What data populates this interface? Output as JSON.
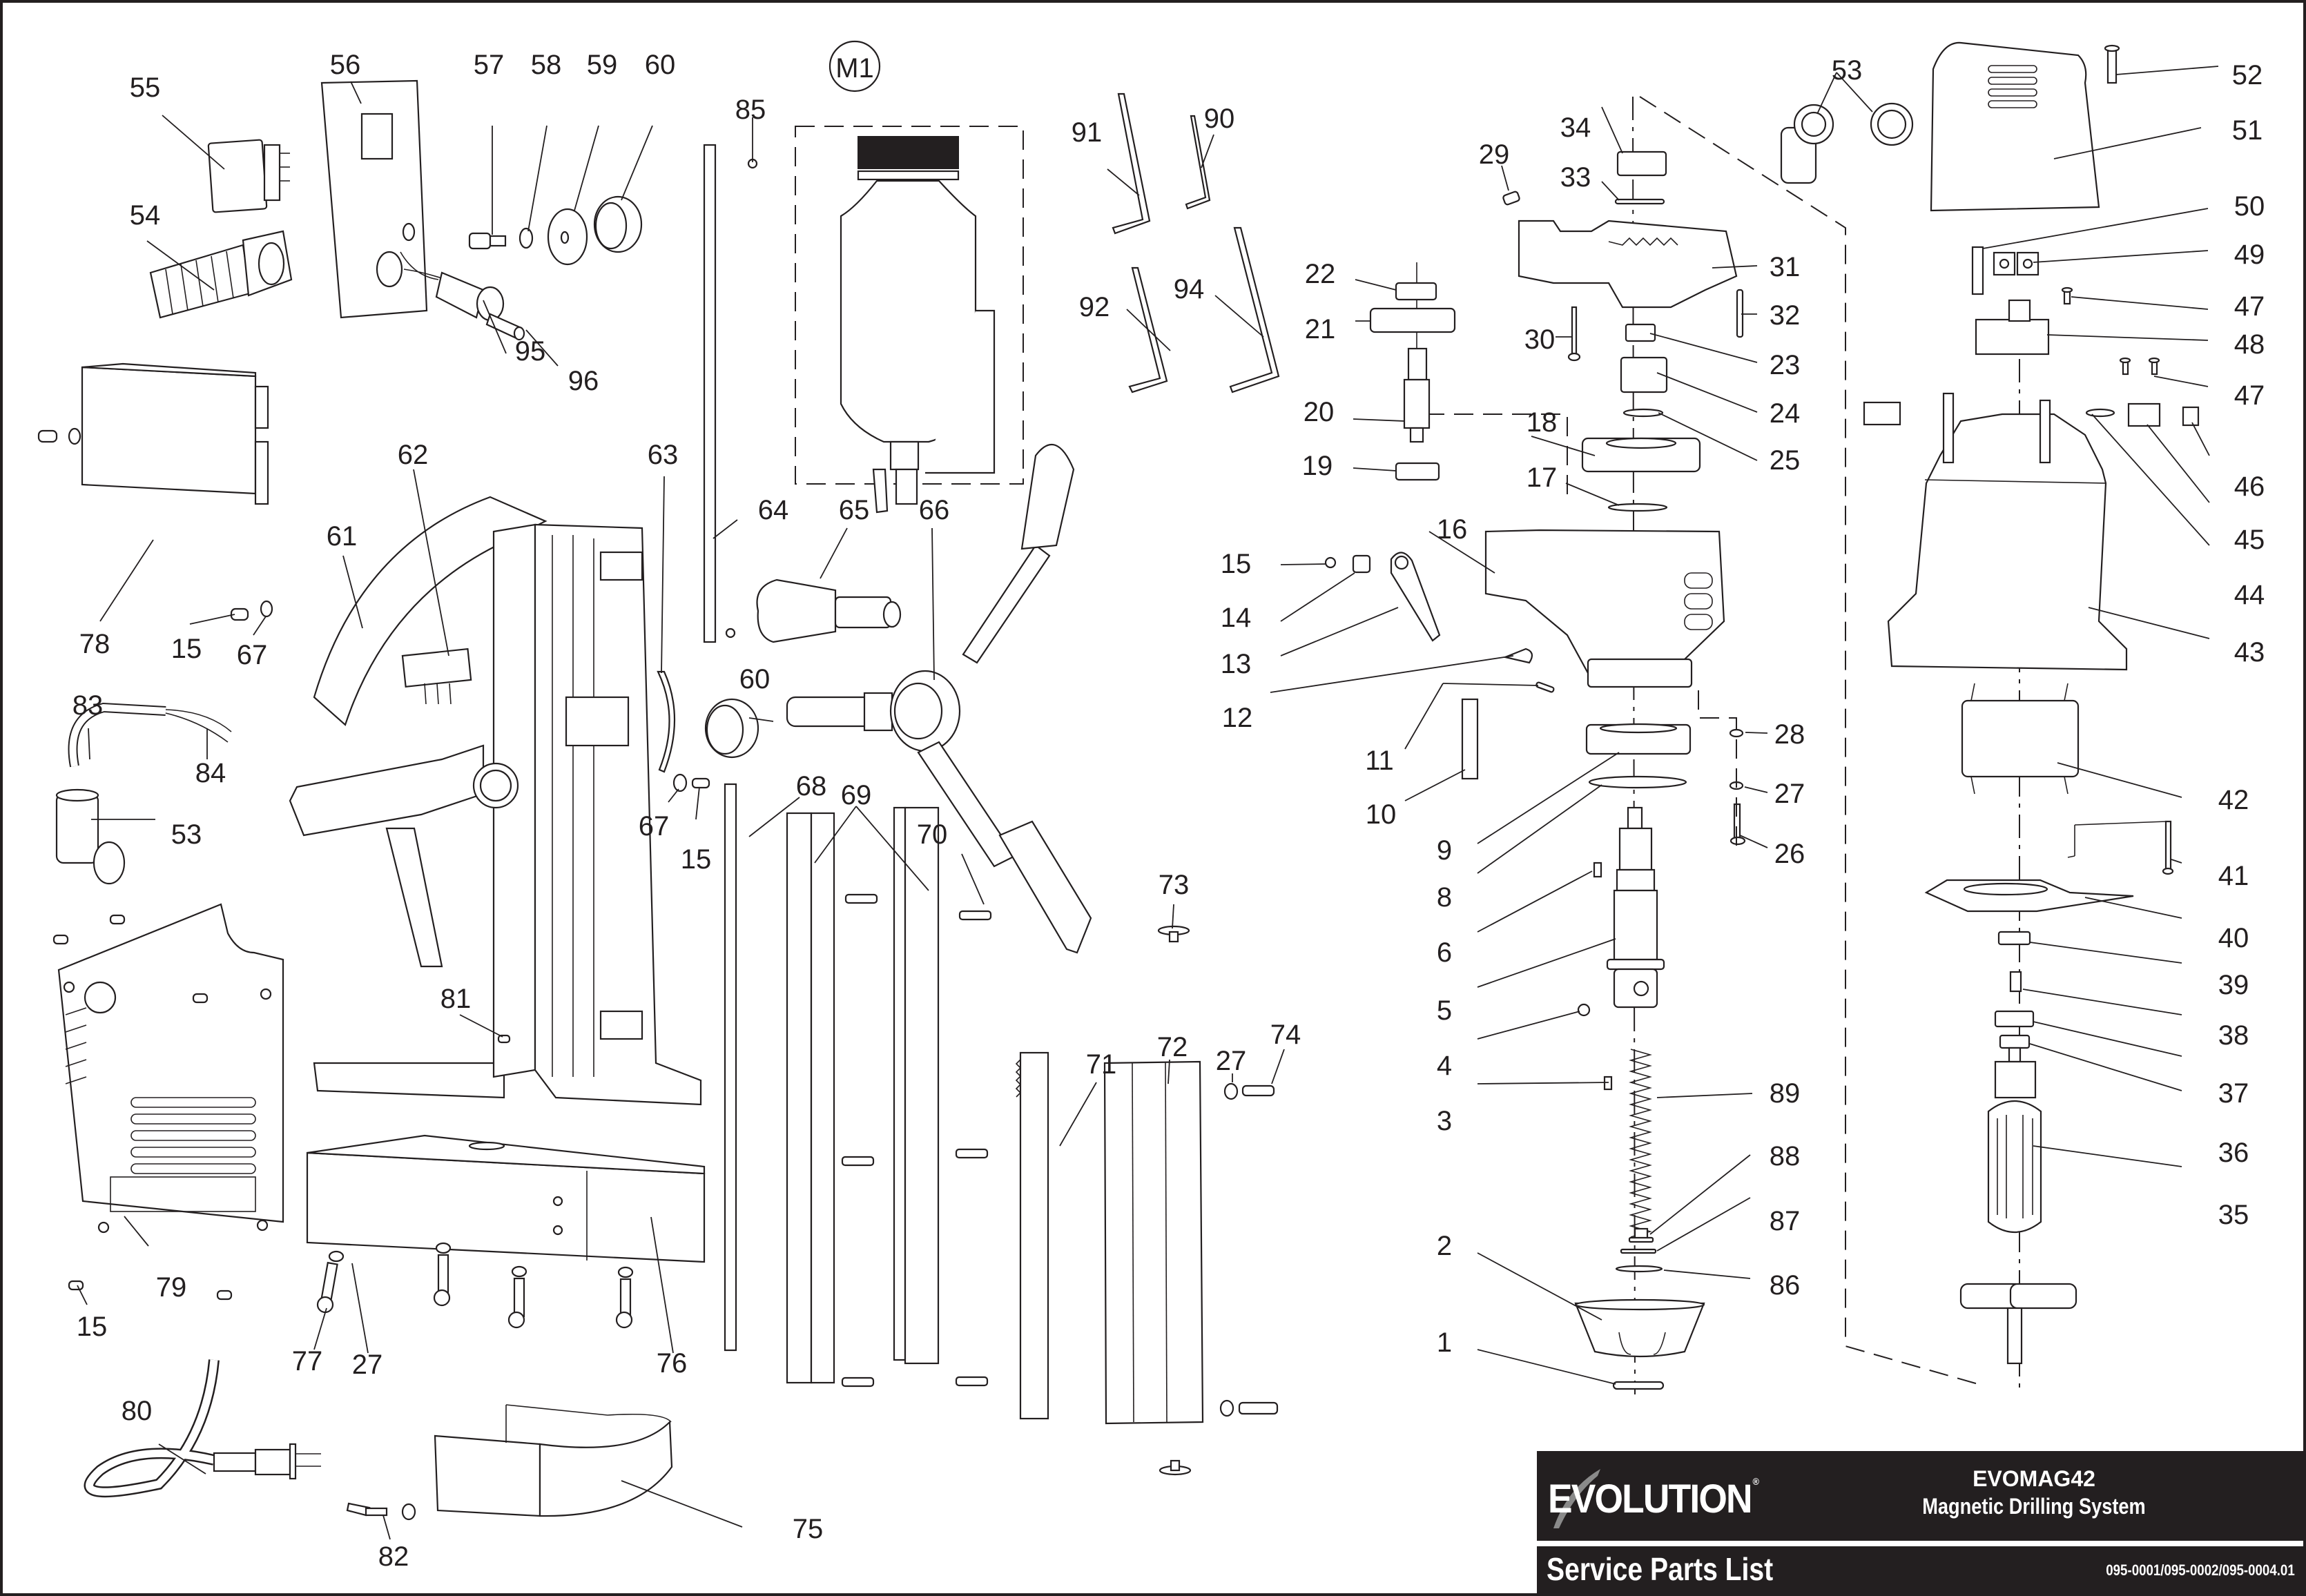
{
  "document": {
    "brand": "EVOLUTION",
    "brand_mark": "®",
    "model": "EVOMAG42",
    "product_name": "Magnetic Drilling System",
    "section_title": "Service Parts List",
    "document_number": "095-0001/095-0002/095-0004.01",
    "colors": {
      "ink": "#231f20",
      "paper": "#ffffff"
    }
  },
  "assembly_callout": {
    "label": "M1",
    "description": "coolant bottle assembly (dashed box)"
  },
  "callouts": [
    {
      "id": "c55",
      "label": "55",
      "part": "switch"
    },
    {
      "id": "c56",
      "label": "56",
      "part": "control-panel-plate"
    },
    {
      "id": "c57",
      "label": "57",
      "part": "socket-screw"
    },
    {
      "id": "c58",
      "label": "58",
      "part": "washer"
    },
    {
      "id": "c59",
      "label": "59",
      "part": "flat-washer"
    },
    {
      "id": "c60a",
      "label": "60",
      "part": "bushing"
    },
    {
      "id": "c54",
      "label": "54",
      "part": "cable-gland"
    },
    {
      "id": "c95",
      "label": "95",
      "part": "indicator-lamp"
    },
    {
      "id": "c96",
      "label": "96",
      "part": "lamp-pin"
    },
    {
      "id": "c78",
      "label": "78",
      "part": "electronics-box"
    },
    {
      "id": "c15a",
      "label": "15",
      "part": "screw"
    },
    {
      "id": "c67a",
      "label": "67",
      "part": "washer"
    },
    {
      "id": "c83",
      "label": "83",
      "part": "cable-sleeve"
    },
    {
      "id": "c84",
      "label": "84",
      "part": "cable"
    },
    {
      "id": "c53a",
      "label": "53",
      "part": "elbow-fitting"
    },
    {
      "id": "c62",
      "label": "62",
      "part": "rocker-switch"
    },
    {
      "id": "c61",
      "label": "61",
      "part": "frame-arm"
    },
    {
      "id": "c63",
      "label": "63",
      "part": "cable-clip"
    },
    {
      "id": "c81",
      "label": "81",
      "part": "pin"
    },
    {
      "id": "c79",
      "label": "79",
      "part": "side-cover"
    },
    {
      "id": "c15b",
      "label": "15",
      "part": "screw"
    },
    {
      "id": "c77",
      "label": "77",
      "part": "cap-screw"
    },
    {
      "id": "c27a",
      "label": "27",
      "part": "washer"
    },
    {
      "id": "c76",
      "label": "76",
      "part": "magnet-base"
    },
    {
      "id": "c80",
      "label": "80",
      "part": "power-cord"
    },
    {
      "id": "c82",
      "label": "82",
      "part": "wing-screw"
    },
    {
      "id": "c75",
      "label": "75",
      "part": "safety-strap"
    },
    {
      "id": "c85",
      "label": "85",
      "part": "nut"
    },
    {
      "id": "c64",
      "label": "64",
      "part": "strip"
    },
    {
      "id": "c65",
      "label": "65",
      "part": "handle"
    },
    {
      "id": "c66",
      "label": "66",
      "part": "handle-hub"
    },
    {
      "id": "c60b",
      "label": "60",
      "part": "bushing"
    },
    {
      "id": "c67b",
      "label": "67",
      "part": "washer"
    },
    {
      "id": "c15c",
      "label": "15",
      "part": "screw"
    },
    {
      "id": "c68",
      "label": "68",
      "part": "gib-strip"
    },
    {
      "id": "c69",
      "label": "69",
      "part": "slide-rail"
    },
    {
      "id": "c70",
      "label": "70",
      "part": "cap-screw"
    },
    {
      "id": "c71",
      "label": "71",
      "part": "rack"
    },
    {
      "id": "c72",
      "label": "72",
      "part": "slide"
    },
    {
      "id": "c73",
      "label": "73",
      "part": "stopper"
    },
    {
      "id": "c27b",
      "label": "27",
      "part": "washer"
    },
    {
      "id": "c74",
      "label": "74",
      "part": "cap-screw"
    },
    {
      "id": "c91",
      "label": "91",
      "part": "hex-key"
    },
    {
      "id": "c90",
      "label": "90",
      "part": "hex-key"
    },
    {
      "id": "c92",
      "label": "92",
      "part": "hex-key"
    },
    {
      "id": "c94",
      "label": "94",
      "part": "hex-key"
    },
    {
      "id": "c22",
      "label": "22",
      "part": "bearing"
    },
    {
      "id": "c21",
      "label": "21",
      "part": "gear"
    },
    {
      "id": "c20",
      "label": "20",
      "part": "shaft"
    },
    {
      "id": "c19",
      "label": "19",
      "part": "bearing"
    },
    {
      "id": "c15d",
      "label": "15",
      "part": "screw"
    },
    {
      "id": "c14",
      "label": "14",
      "part": "nut"
    },
    {
      "id": "c13",
      "label": "13",
      "part": "lever"
    },
    {
      "id": "c12",
      "label": "12",
      "part": "plate"
    },
    {
      "id": "c11",
      "label": "11",
      "part": "pin"
    },
    {
      "id": "c10",
      "label": "10",
      "part": "key"
    },
    {
      "id": "c16",
      "label": "16",
      "part": "gear-housing"
    },
    {
      "id": "c17",
      "label": "17",
      "part": "circlip"
    },
    {
      "id": "c18",
      "label": "18",
      "part": "gear"
    },
    {
      "id": "c29",
      "label": "29",
      "part": "grease-nipple"
    },
    {
      "id": "c34",
      "label": "34",
      "part": "bearing"
    },
    {
      "id": "c33",
      "label": "33",
      "part": "washer"
    },
    {
      "id": "c31",
      "label": "31",
      "part": "gear-cover"
    },
    {
      "id": "c32",
      "label": "32",
      "part": "pin"
    },
    {
      "id": "c30",
      "label": "30",
      "part": "screw"
    },
    {
      "id": "c23",
      "label": "23",
      "part": "bearing"
    },
    {
      "id": "c24",
      "label": "24",
      "part": "bushing"
    },
    {
      "id": "c25",
      "label": "25",
      "part": "circlip"
    },
    {
      "id": "c9",
      "label": "9",
      "part": "bearing"
    },
    {
      "id": "c8",
      "label": "8",
      "part": "circlip"
    },
    {
      "id": "c6",
      "label": "6",
      "part": "key"
    },
    {
      "id": "c5",
      "label": "5",
      "part": "spindle"
    },
    {
      "id": "c4",
      "label": "4",
      "part": "ball"
    },
    {
      "id": "c3",
      "label": "3",
      "part": "key"
    },
    {
      "id": "c2",
      "label": "2",
      "part": "chuck-cover"
    },
    {
      "id": "c1",
      "label": "1",
      "part": "pin"
    },
    {
      "id": "c28",
      "label": "28",
      "part": "washer"
    },
    {
      "id": "c27c",
      "label": "27",
      "part": "circlip"
    },
    {
      "id": "c26",
      "label": "26",
      "part": "pin"
    },
    {
      "id": "c89",
      "label": "89",
      "part": "spring"
    },
    {
      "id": "c88",
      "label": "88",
      "part": "plug"
    },
    {
      "id": "c87",
      "label": "87",
      "part": "washer"
    },
    {
      "id": "c86",
      "label": "86",
      "part": "o-ring"
    },
    {
      "id": "c53b",
      "label": "53",
      "part": "elbow-fitting"
    },
    {
      "id": "c52",
      "label": "52",
      "part": "screw"
    },
    {
      "id": "c51",
      "label": "51",
      "part": "motor-cover"
    },
    {
      "id": "c50",
      "label": "50",
      "part": "terminal"
    },
    {
      "id": "c49",
      "label": "49",
      "part": "terminal-block"
    },
    {
      "id": "c47a",
      "label": "47",
      "part": "screw"
    },
    {
      "id": "c48",
      "label": "48",
      "part": "switch-module"
    },
    {
      "id": "c47b",
      "label": "47",
      "part": "screw"
    },
    {
      "id": "c46",
      "label": "46",
      "part": "carbon-brush"
    },
    {
      "id": "c45",
      "label": "45",
      "part": "brush-holder"
    },
    {
      "id": "c44",
      "label": "44",
      "part": "brush-spring"
    },
    {
      "id": "c43",
      "label": "43",
      "part": "motor-housing"
    },
    {
      "id": "c42",
      "label": "42",
      "part": "stator"
    },
    {
      "id": "c41",
      "label": "41",
      "part": "screw"
    },
    {
      "id": "c40",
      "label": "40",
      "part": "baffle"
    },
    {
      "id": "c39",
      "label": "39",
      "part": "bearing-sleeve"
    },
    {
      "id": "c38",
      "label": "38",
      "part": "bushing"
    },
    {
      "id": "c37",
      "label": "37",
      "part": "bearing"
    },
    {
      "id": "c36",
      "label": "36",
      "part": "bearing"
    },
    {
      "id": "c35",
      "label": "35",
      "part": "armature"
    }
  ]
}
